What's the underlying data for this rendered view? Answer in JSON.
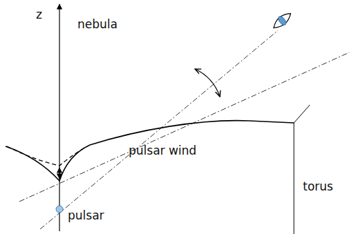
{
  "diagram": {
    "labels": [
      "z",
      "nebula",
      "pulsar wind",
      "torus",
      "pulsar"
    ]
  }
}
